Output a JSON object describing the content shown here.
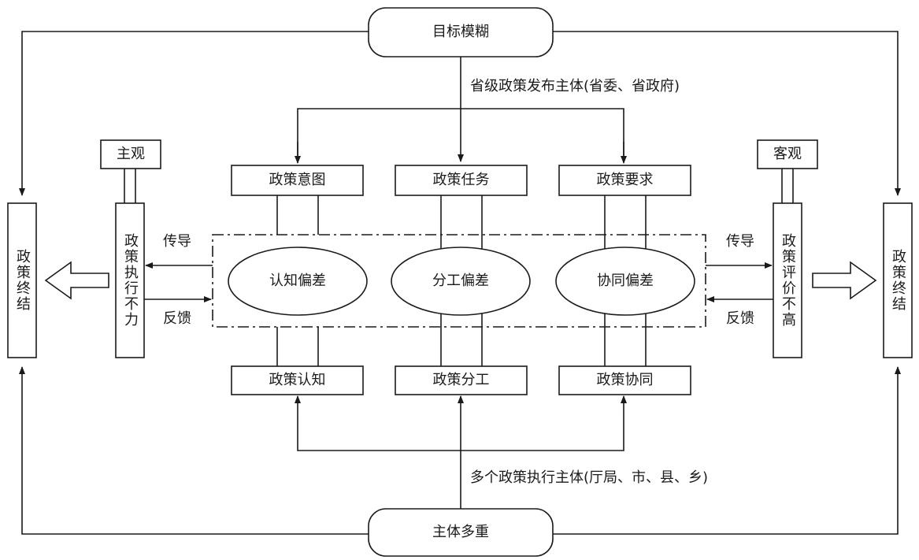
{
  "top_node": "目标模糊",
  "bottom_node": "主体多重",
  "top_caption": "省级政策发布主体(省委、省政府)",
  "bottom_caption": "多个政策执行主体(厅局、市、县、乡)",
  "top_boxes": [
    "政策意图",
    "政策任务",
    "政策要求"
  ],
  "bottom_boxes": [
    "政策认知",
    "政策分工",
    "政策协同"
  ],
  "ellipses": [
    "认知偏差",
    "分工偏差",
    "协同偏差"
  ],
  "left": {
    "tag": "主观",
    "column": "政策执行不力",
    "transmit": "传导",
    "feedback": "反馈",
    "end": "政策终结"
  },
  "right": {
    "tag": "客观",
    "column": "政策评价不高",
    "transmit": "传导",
    "feedback": "反馈",
    "end": "政策终结"
  }
}
